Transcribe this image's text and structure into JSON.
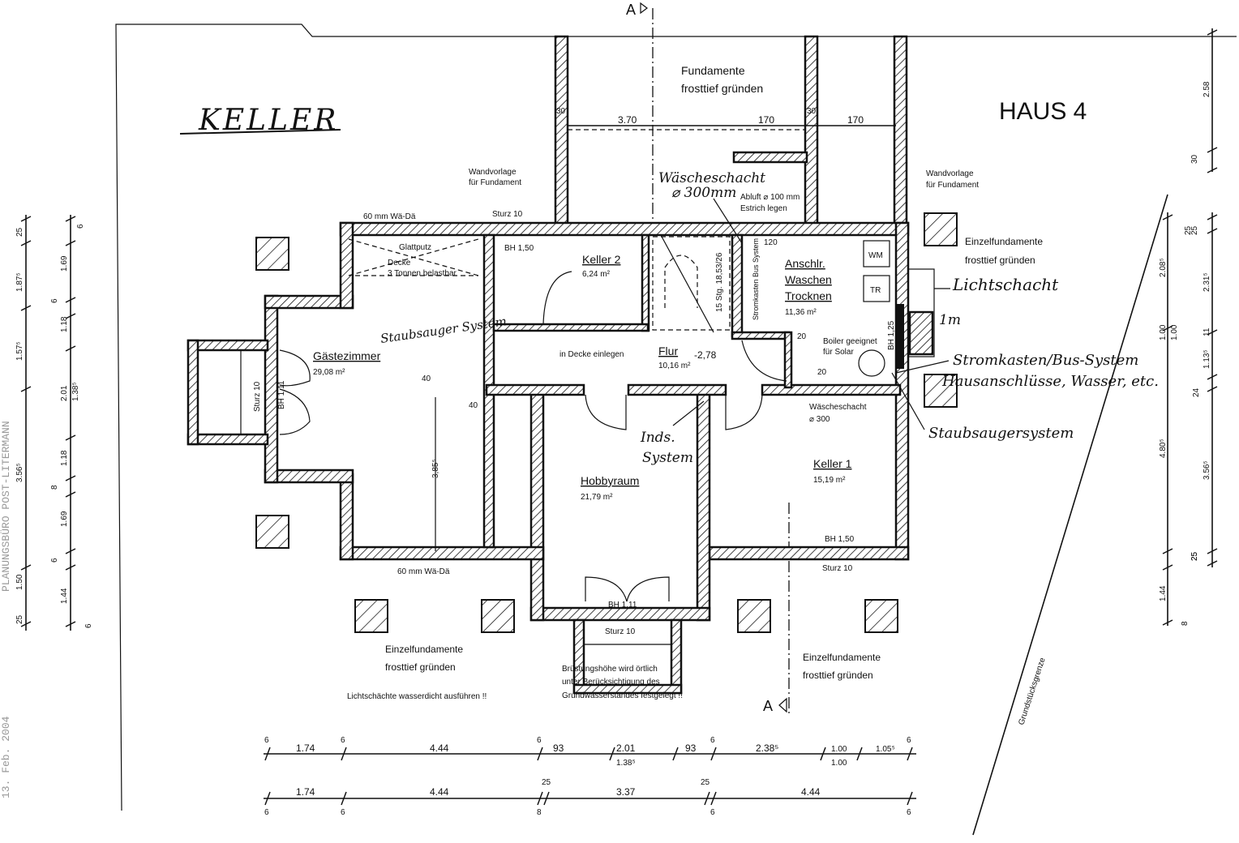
{
  "plan": {
    "title": "KELLER",
    "house": "HAUS 4",
    "section_marker": "A",
    "property_line": "Grundstücksgrenze",
    "side_stamp_date": "13. Feb. 2004",
    "side_stamp_office": "PLANUNGSBÜRO POST-LITERMANN"
  },
  "rooms": [
    {
      "name": "Gästezimmer",
      "area": "29,08 m²"
    },
    {
      "name": "Keller 2",
      "area": "6,24 m²"
    },
    {
      "name": "Flur",
      "area": "10,16 m²",
      "level": "-2,78"
    },
    {
      "name_lines": [
        "Anschlr.",
        "Waschen",
        "Trocknen"
      ],
      "area": "11,36 m²"
    },
    {
      "name": "Hobbyraum",
      "area": "21,79 m²"
    },
    {
      "name": "Keller 1",
      "area": "15,19 m²"
    }
  ],
  "notes": {
    "fundamente_1": "Fundamente",
    "fundamente_2": "frosttief gründen",
    "einzel_1": "Einzelfundamente",
    "einzel_2": "frosttief gründen",
    "wandvorlage_1": "Wandvorlage",
    "wandvorlage_2": "für Fundament",
    "waermedaemmung": "60 mm Wä-Dä",
    "sturz": "Sturz 10",
    "bh150": "BH 1,50",
    "bh111": "BH 1,11",
    "bh125": "BH 1,25",
    "glattputz": "Glattputz",
    "decke_1": "Decke",
    "decke_2": "3 Tonnen belastbar",
    "decke_einlegen": "in Decke einlegen",
    "abluft_1": "Abluft ⌀ 100 mm",
    "abluft_2": "Estrich legen",
    "treppe": "15 Stg. 18,53/26",
    "stromkasten": "Stromkasten Bus System",
    "wm": "WM",
    "tr": "TR",
    "boiler_1": "Boiler geeignet",
    "boiler_2": "für Solar",
    "waescheschacht_1": "Wäscheschacht",
    "waescheschacht_2": "⌀ 300",
    "lichtschaechte": "Lichtschächte wasserdicht ausführen !!",
    "bruestung_1": "Brüstungshöhe wird örtlich",
    "bruestung_2": "unter Berücksichtigung des",
    "bruestung_3": "Grundwasserstandes festgelegt !!"
  },
  "handwritten": {
    "waescheschacht_1": "Wäscheschacht",
    "waescheschacht_2": "⌀ 300mm",
    "lichtschacht": "Lichtschacht",
    "one_meter": "1m",
    "stromkasten_1": "Stromkasten/Bus-System",
    "stromkasten_2": "Hausanschlüsse, Wasser, etc.",
    "staubsauger": "Staubsaugersystem",
    "system_mid_1": "Inds.",
    "system_mid_2": "System",
    "system_left": "Staubsauger System"
  },
  "dimensions": {
    "top": [
      "3.70",
      "170",
      "170",
      "30",
      "30"
    ],
    "inner": [
      "40",
      "40",
      "20",
      "20",
      "120",
      "3,85⁵"
    ],
    "bottom_row1": [
      "6",
      "1.74",
      "6",
      "4.44",
      "6",
      "93",
      "2.01",
      "1.38⁵",
      "93",
      "6",
      "2.38⁵",
      "1.00",
      "1.00",
      "1.05⁵",
      "6"
    ],
    "bottom_row2": [
      "1.74",
      "4.44",
      "25",
      "3.37",
      "25",
      "4.44",
      "6",
      "6",
      "8",
      "6",
      "6"
    ],
    "left_outer": [
      "25",
      "1.87⁵",
      "1.57⁵",
      "3.56⁵",
      "1.50",
      "25"
    ],
    "left_inner": [
      "6",
      "1.69",
      "6",
      "1.18",
      "2.01",
      "1.38⁵",
      "1.18",
      "8",
      "1.69",
      "6",
      "1.44",
      "6"
    ],
    "right_outer": [
      "25",
      "2.08⁵",
      "1.00",
      "1.00",
      "4.80⁵",
      "25",
      "1.44",
      "8"
    ],
    "right_inner": [
      "2.58",
      "30",
      "25",
      "2.31⁵",
      "11",
      "1.13⁵",
      "24",
      "3.56⁵",
      "25"
    ]
  }
}
